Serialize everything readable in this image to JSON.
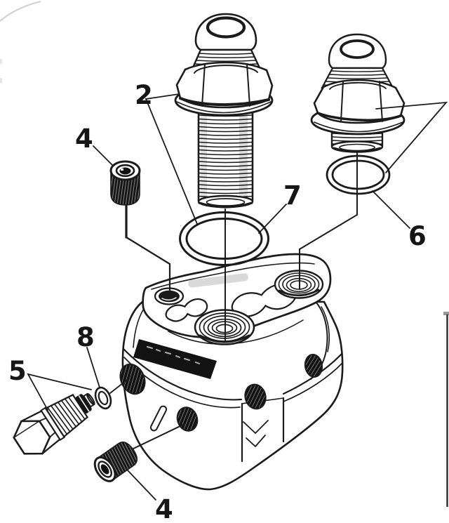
{
  "figure": {
    "kind": "exploded-parts-diagram",
    "colors": {
      "line": "#1b1b1b",
      "paper": "#ffffff",
      "fill_dark": "#141414",
      "smudge": "#b4b4b4"
    }
  },
  "callouts": [
    {
      "label": "2",
      "part": "an-union-fitting-large-and-small"
    },
    {
      "label": "4",
      "part": "socket-head-plug-top"
    },
    {
      "label": "7",
      "part": "o-ring-large"
    },
    {
      "label": "6",
      "part": "o-ring-small"
    },
    {
      "label": "5",
      "part": "hex-head-plug"
    },
    {
      "label": "8",
      "part": "sealing-washer"
    },
    {
      "label": "4",
      "part": "socket-head-plug-bottom"
    }
  ],
  "parts": [
    {
      "callout": "2",
      "name": "an-union-fitting-large"
    },
    {
      "callout": "2",
      "name": "an-union-fitting-small"
    },
    {
      "callout": "4",
      "name": "socket-head-plug-top"
    },
    {
      "callout": "4",
      "name": "socket-head-plug-bottom"
    },
    {
      "callout": "5",
      "name": "hex-head-plug"
    },
    {
      "callout": "6",
      "name": "o-ring-small"
    },
    {
      "callout": "7",
      "name": "o-ring-large"
    },
    {
      "callout": "8",
      "name": "sealing-washer"
    },
    {
      "callout": "",
      "name": "adapter-body"
    }
  ]
}
